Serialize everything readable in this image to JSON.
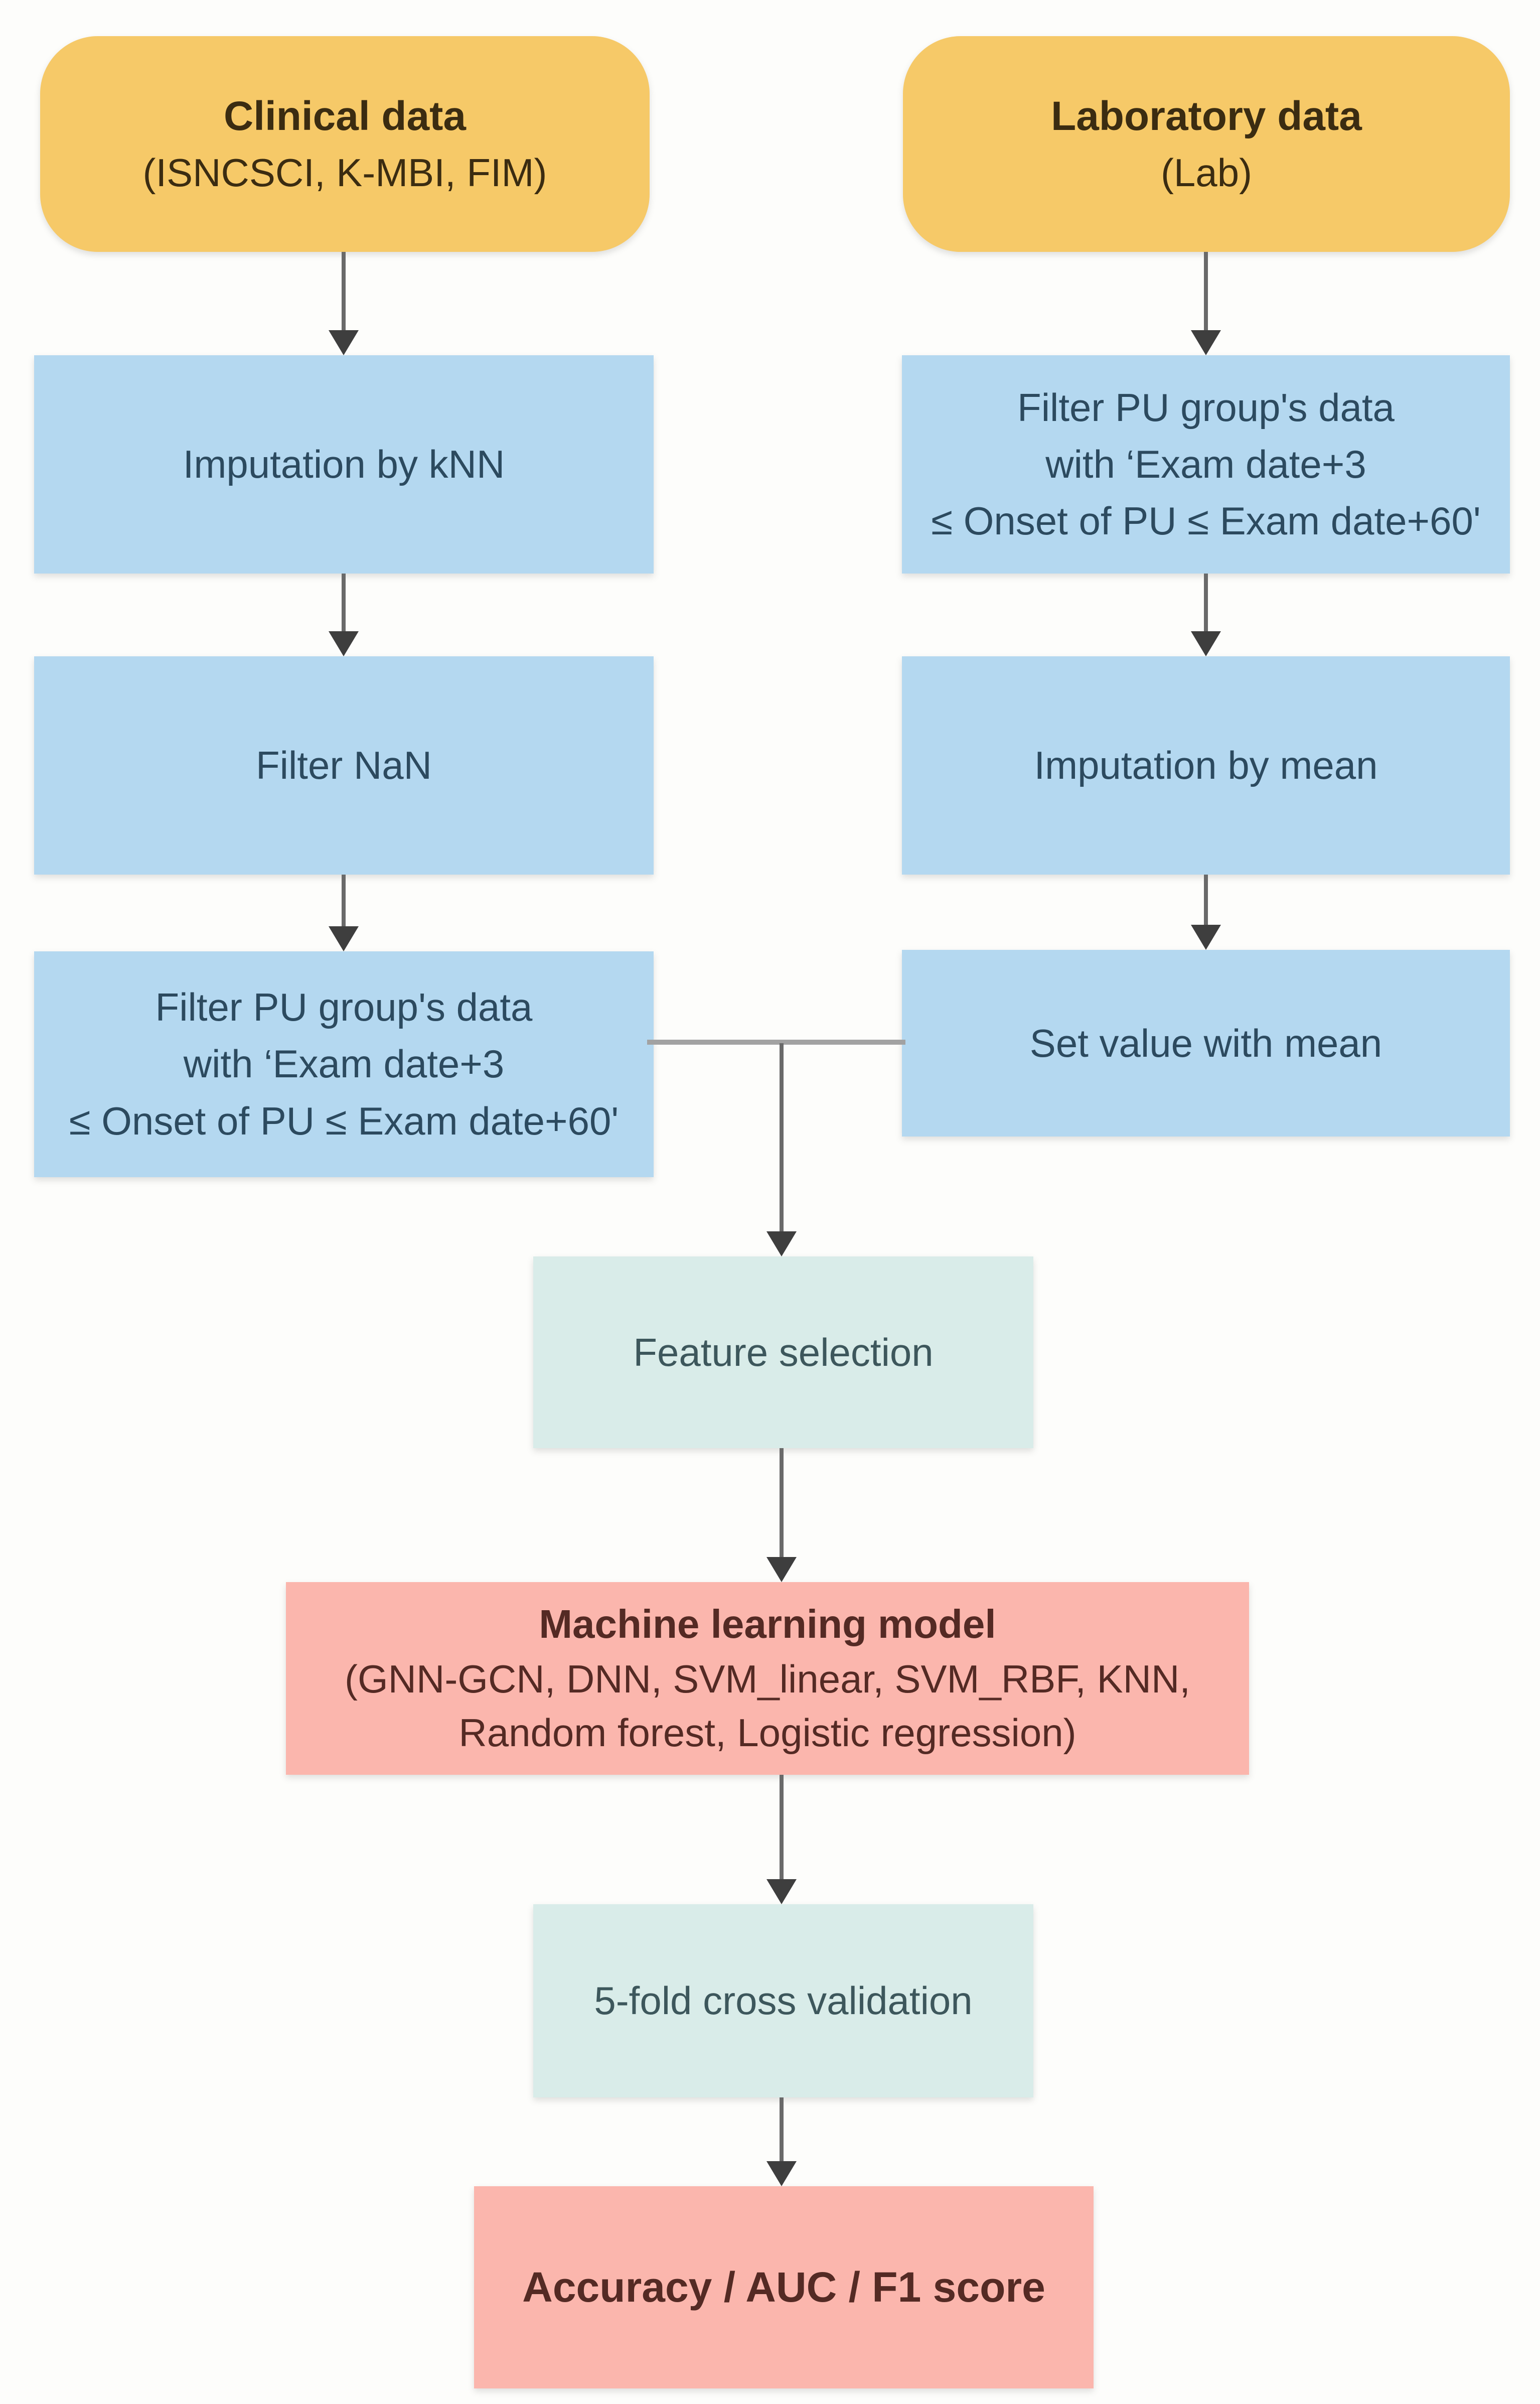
{
  "figure": {
    "type": "flowchart",
    "colors": {
      "terminator_fill": "#F6C968",
      "process_fill": "#B4D8F0",
      "stage_fill": "#D9ECE9",
      "highlight_fill": "#FBB6AD",
      "terminator_text": "#3B2C11",
      "process_text": "#2C4A5F",
      "stage_text": "#3D575C",
      "highlight_text": "#542A24",
      "connector": "#6a6a6a",
      "arrowhead": "#3e3e3e",
      "merge_line": "#a2a2a2"
    },
    "nodes": {
      "clinical": {
        "title": "Clinical data",
        "subtitle": "(ISNCSCI, K-MBI, FIM)"
      },
      "laboratory": {
        "title": "Laboratory data",
        "subtitle": "(Lab)"
      },
      "imputation_knn": {
        "label": "Imputation by kNN"
      },
      "filter_pu_lab": {
        "line1": "Filter PU group's data",
        "line2": "with ‘Exam date+3",
        "line3": "≤ Onset of PU ≤ Exam date+60'"
      },
      "filter_nan": {
        "label": "Filter NaN"
      },
      "imputation_mean": {
        "label": "Imputation by mean"
      },
      "filter_pu_clinical": {
        "line1": "Filter PU group's data",
        "line2": "with ‘Exam date+3",
        "line3": "≤ Onset of PU ≤ Exam date+60'"
      },
      "set_value_mean": {
        "label": "Set value with mean"
      },
      "feature_selection": {
        "label": "Feature selection"
      },
      "ml_model": {
        "title": "Machine learning model",
        "line2": "(GNN-GCN, DNN, SVM_linear, SVM_RBF, KNN,",
        "line3": "Random forest, Logistic regression)"
      },
      "cross_validation": {
        "label": "5-fold cross validation"
      },
      "metrics": {
        "label": "Accuracy / AUC / F1 score"
      }
    }
  }
}
